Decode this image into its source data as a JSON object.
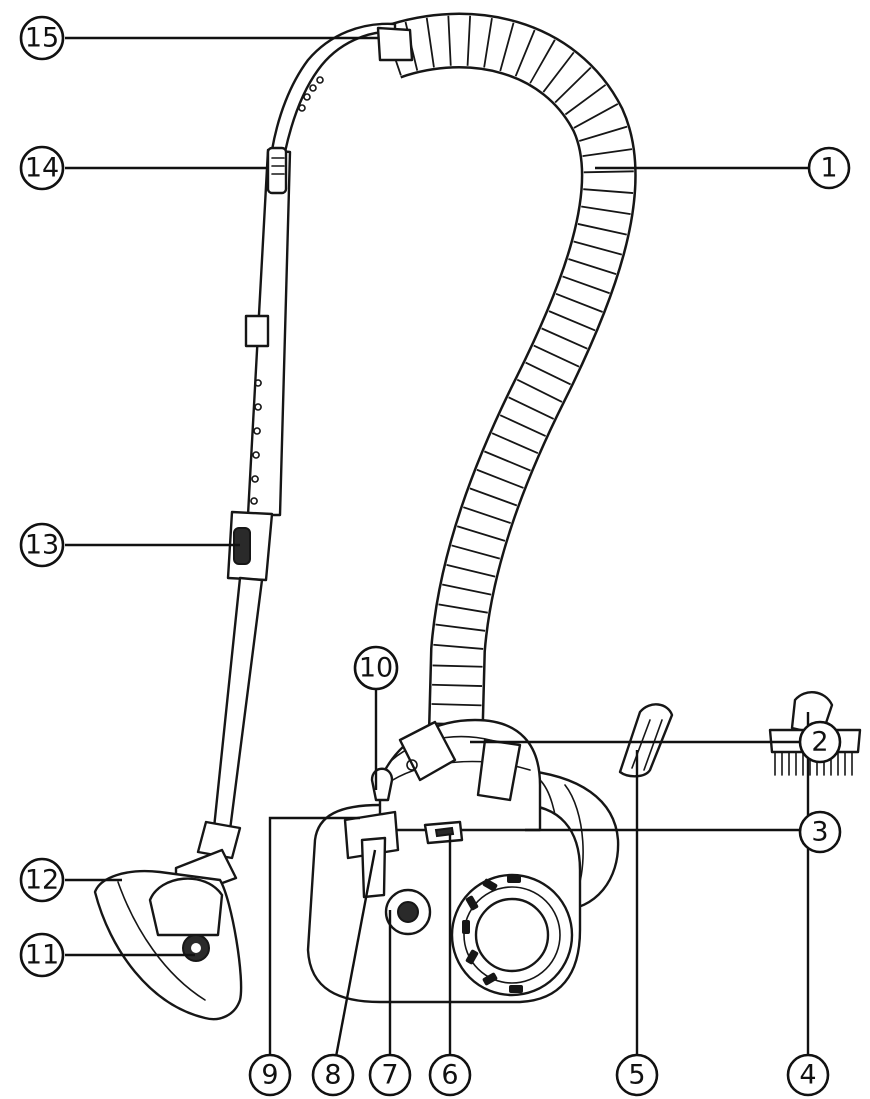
{
  "colors": {
    "ink": "#161616",
    "background": "#ffffff"
  },
  "callouts": [
    {
      "id": "1",
      "label": "1"
    },
    {
      "id": "2",
      "label": "2"
    },
    {
      "id": "3",
      "label": "3"
    },
    {
      "id": "4",
      "label": "4"
    },
    {
      "id": "5",
      "label": "5"
    },
    {
      "id": "6",
      "label": "6"
    },
    {
      "id": "7",
      "label": "7"
    },
    {
      "id": "8",
      "label": "8"
    },
    {
      "id": "9",
      "label": "9"
    },
    {
      "id": "10",
      "label": "10"
    },
    {
      "id": "11",
      "label": "11"
    },
    {
      "id": "12",
      "label": "12"
    },
    {
      "id": "13",
      "label": "13"
    },
    {
      "id": "14",
      "label": "14"
    },
    {
      "id": "15",
      "label": "15"
    }
  ]
}
